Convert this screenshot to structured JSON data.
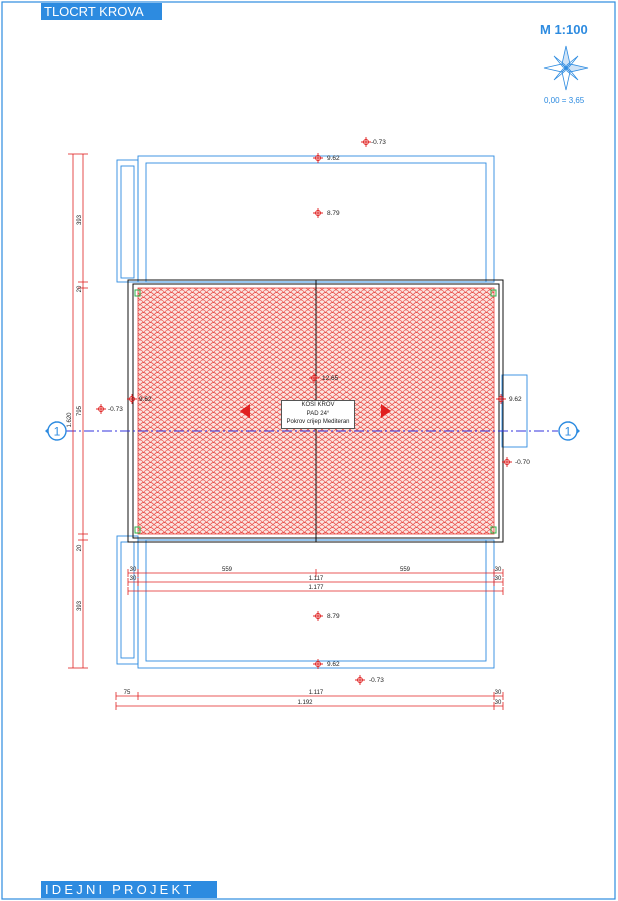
{
  "sheet": {
    "title": "TLOCRT KROVA",
    "project_stage": "IDEJNI PROJEKT",
    "scale": "M 1:100",
    "reference": "0,00 = 3,65"
  },
  "roof_label": {
    "line1": "KOSI KROV",
    "line2": "PAD 24°",
    "line3": "Pokrov crijep Mediteran"
  },
  "section_marker": "1",
  "levels": {
    "top_outer": "-0.73",
    "top_edge": "9.62",
    "top_inner": "8.79",
    "ridge": "12.65",
    "left_side": "-0.73",
    "left_eave": "9.62",
    "right_eave": "9.62",
    "right_side": "-0.70",
    "bottom_inner": "8.79",
    "bottom_edge": "9.62",
    "bottom_outer": "-0.73"
  },
  "dimensions": {
    "vertical_outer": "1.620",
    "vertical_middle": "795",
    "vertical_top_393": "393",
    "vertical_top_20": "20",
    "vertical_bottom_20": "20",
    "vertical_bottom_393": "393",
    "row1": [
      "30",
      "559",
      "559",
      "30"
    ],
    "row2": [
      "30",
      "1.117",
      "30"
    ],
    "row3": "1.177",
    "row4": [
      "75",
      "1.117",
      "30"
    ],
    "row5": [
      "1.192",
      "30"
    ]
  },
  "colors": {
    "frame": "#2d8be0",
    "tile": "#e8403a",
    "annotation": "#e02020"
  }
}
